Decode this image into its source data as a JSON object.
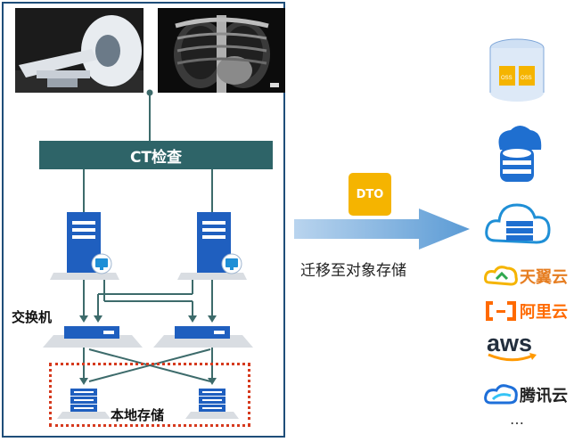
{
  "diagram": {
    "ct_check_label": "CT检查",
    "switch_label": "交换机",
    "local_storage_label": "本地存储",
    "dto_label": "DTO",
    "migrate_label": "迁移至对象存储",
    "oss_label": "OSS",
    "providers": [
      {
        "name": "天翼云",
        "color": "#e67e22",
        "text_color": "#e67e22"
      },
      {
        "name": "阿里云",
        "color": "#ff6a00",
        "text_color": "#ff6a00"
      },
      {
        "name": "aws",
        "color": "#232f3e",
        "text_color": "#232f3e"
      },
      {
        "name": "腾讯云",
        "color": "#1e6fd9",
        "text_color": "#222"
      }
    ],
    "ellipsis": "…",
    "colors": {
      "frame": "#1f4e79",
      "ct_bar": "#2e6468",
      "server_blue": "#1f5fbf",
      "line": "#3d6b6b",
      "dashed": "#d63a1e",
      "dto": "#f5b400",
      "arrow": "#6ea6dc"
    }
  }
}
